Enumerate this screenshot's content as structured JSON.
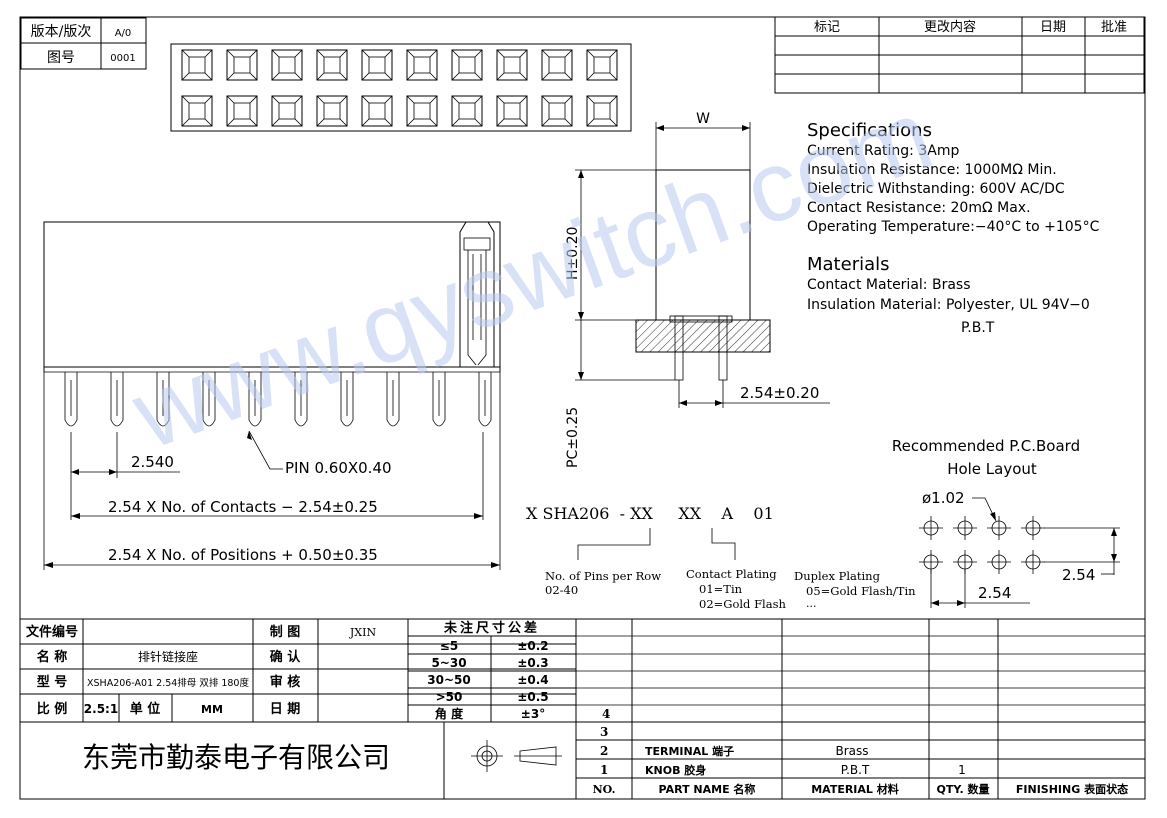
{
  "title_block": {
    "version_label": "版本/版次",
    "version_value": "A/0",
    "drawing_no_label": "图号",
    "drawing_no_value": "0001"
  },
  "revision_table": {
    "headers": [
      "标记",
      "更改内容",
      "日期",
      "批准"
    ]
  },
  "specifications": {
    "heading": "Specifications",
    "lines": [
      "Current Rating:  3Amp",
      "Insulation Resistance: 1000MΩ Min.",
      "Dielectric Withstanding:  600V AC/DC",
      "Contact Resistance:  20mΩ Max.",
      "Operating Temperature:−40°C to +105°C"
    ]
  },
  "materials": {
    "heading": "Materials",
    "lines": [
      "Contact Material: Brass",
      "Insulation Material: Polyester, UL 94V−0",
      "P.B.T"
    ]
  },
  "dimensions": {
    "w": "W",
    "h": "H±0.20",
    "pc": "PC±0.25",
    "pin_pitch_side": "2.54±0.20",
    "pitch_front": "2.540",
    "pin": "PIN 0.60X0.40",
    "contacts_length": "2.54 X No. of Contacts − 2.54±0.25",
    "positions_length": "2.54 X No. of Positions + 0.50±0.35"
  },
  "pcb_layout": {
    "title_line1": "Recommended P.C.Board",
    "title_line2": "Hole Layout",
    "hole": "ø1.02",
    "pitch_v": "2.54",
    "pitch_h": "2.54"
  },
  "part_number": {
    "code": "X SHA206  - XX     XX    A    01",
    "pins_label": "No. of Pins per Row",
    "pins_range": "02-40",
    "plating_label": "Contact Plating",
    "plating_opt1": "01=Tin",
    "plating_opt2": "02=Gold Flash",
    "duplex_label": "Duplex Plating",
    "duplex_opt1": "05=Gold Flash/Tin",
    "duplex_more": "..."
  },
  "watermark": "www.qyswitch.com",
  "info_table": {
    "file_no_label": "文件编号",
    "name_label": "名  称",
    "name_value": "排针链接座",
    "model_label": "型  号",
    "model_value": "XSHA206-A01 2.54排母 双排 180度",
    "scale_label": "比  例",
    "scale_value": "2.5:1",
    "unit_label": "单  位",
    "unit_value": "MM",
    "draw_label": "制  图",
    "draw_value": "JXIN",
    "confirm_label": "确  认",
    "review_label": "审  核",
    "date_label": "日  期"
  },
  "tolerance": {
    "title": "未注尺寸公差",
    "rows": [
      {
        "range": "≤5",
        "value": "±0.2"
      },
      {
        "range": "5~30",
        "value": "±0.3"
      },
      {
        "range": "30~50",
        "value": "±0.4"
      },
      {
        "range": ">50",
        "value": "±0.5"
      },
      {
        "range": "角  度",
        "value": "±3°"
      }
    ]
  },
  "company": "东莞市勤泰电子有限公司",
  "bom": {
    "headers": [
      "NO.",
      "PART  NAME  名称",
      "MATERIAL 材料",
      "QTY. 数量",
      "FINISHING 表面状态"
    ],
    "rows": [
      {
        "no": "4",
        "part": "",
        "material": "",
        "qty": ""
      },
      {
        "no": "3",
        "part": "",
        "material": "",
        "qty": ""
      },
      {
        "no": "2",
        "part": "TERMINAL  端子",
        "material": "Brass",
        "qty": ""
      },
      {
        "no": "1",
        "part": "KNOB  胶身",
        "material": "P.B.T",
        "qty": "1"
      }
    ]
  }
}
